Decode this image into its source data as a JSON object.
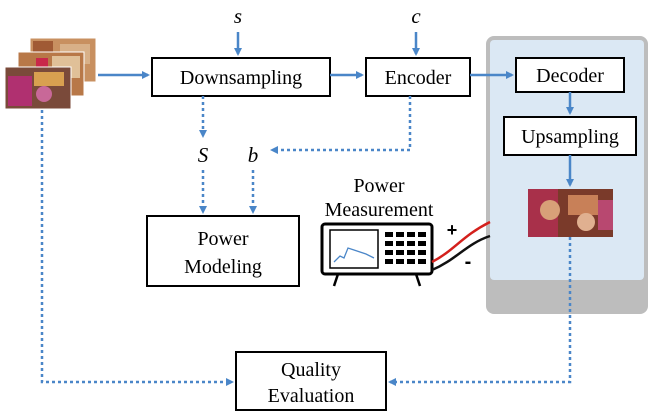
{
  "variables": {
    "s": "s",
    "c": "c",
    "S": "S",
    "b": "b"
  },
  "blocks": {
    "downsampling": "Downsampling",
    "encoder": "Encoder",
    "decoder": "Decoder",
    "upsampling": "Upsampling",
    "power_modeling": [
      "Power",
      "Modeling"
    ],
    "power_measurement": [
      "Power",
      "Measurement"
    ],
    "quality_evaluation": [
      "Quality",
      "Evaluation"
    ]
  },
  "meter": {
    "plus": "+",
    "minus": "-"
  },
  "colors": {
    "arrow": "#4a86c8",
    "device_panel": "#dbe8f4",
    "device_bezel": "#bdbdbd",
    "wire_red": "#d4201c",
    "wire_black": "#111111"
  },
  "icons": [
    "video-frames-icon",
    "decoded-frame-icon",
    "power-meter-icon"
  ]
}
